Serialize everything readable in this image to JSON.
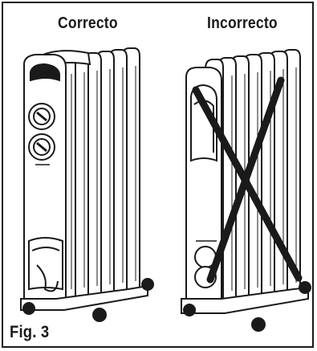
{
  "labels": {
    "correct": "Correcto",
    "incorrect": "Incorrecto",
    "figure": "Fig. 3"
  },
  "images": {
    "left": "oil-filled-radiator-heater-upright",
    "right": "oil-filled-radiator-heater-crossed-out"
  },
  "colors": {
    "line": "#1a1a1a",
    "background": "#ffffff"
  }
}
